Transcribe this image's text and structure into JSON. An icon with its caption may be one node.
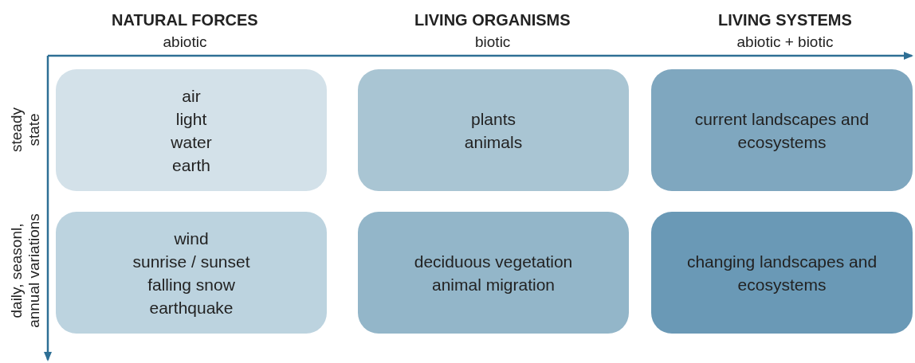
{
  "diagram": {
    "nodes": [
      {
        "text": [
          "air",
          "light",
          "water",
          "earth"
        ]
      },
      {
        "text": [
          "plants",
          "animals"
        ]
      },
      {
        "text": [
          "current landscapes and ecosystems"
        ]
      },
      {
        "text": [
          "wind",
          "sunrise / sunset",
          "falling snow",
          "earthquake"
        ]
      },
      {
        "text": [
          "deciduous vegetation",
          "animal migration"
        ]
      },
      {
        "text": [
          "changing landscapes and ecosystems"
        ]
      }
    ],
    "edges": [],
    "labels": [
      "NATURAL FORCES",
      "abiotic",
      "LIVING ORGANISMS",
      "biotic",
      "LIVING SYSTEMS",
      "abiotic + biotic",
      "steady state",
      "daily, seasonl, annual variations"
    ]
  }
}
